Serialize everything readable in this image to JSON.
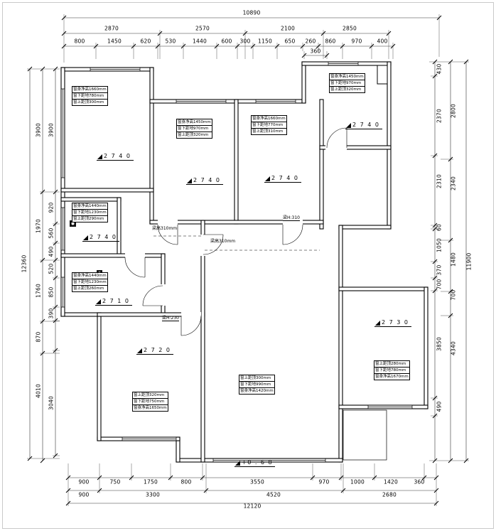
{
  "drawing_type": "residential floor plan with survey dimensions",
  "floor_level": "+0 . 6 8",
  "dim_top": {
    "total": "10890",
    "row2": [
      "2870",
      "2570",
      "2100",
      "2850"
    ],
    "row3": [
      "800",
      "1450",
      "620",
      "530",
      "1440",
      "600",
      "300",
      "1150",
      "650",
      "260",
      "860",
      "970",
      "400"
    ],
    "sub": "360"
  },
  "dim_left": {
    "total": "12360",
    "outer": [
      "3900",
      "1970",
      "1760",
      "870",
      "4010"
    ],
    "inner": [
      "3900",
      "920",
      "560",
      "490",
      "520",
      "850",
      "390",
      "3040"
    ]
  },
  "dim_right": {
    "total": "11900",
    "mid": [
      "2800",
      "2340",
      "1480",
      "700",
      "4340"
    ],
    "inner": [
      "430",
      "2370",
      "2310",
      "60",
      "1050",
      "370",
      "700",
      "3850",
      "490"
    ]
  },
  "dim_bottom": {
    "total": "12120",
    "row1": [
      "900",
      "750",
      "1750",
      "800",
      "3550",
      "970",
      "1000",
      "1420",
      "360"
    ],
    "row2": [
      "900",
      "3300",
      "4520",
      "2680"
    ]
  },
  "room_levels": [
    "2 7 4 0",
    "2 7 4 0",
    "2 7 4 0",
    "2 7 4 0",
    "2 7 4 0",
    "2 7 1 0",
    "2 7 2 0",
    "2 7 3 0"
  ],
  "window_notes": [
    [
      "窗身净高1660mm",
      "窗下距地780mm",
      "窗上距顶300mm"
    ],
    [
      "窗身净高1450mm",
      "窗下距地970mm",
      "窗上距顶320mm"
    ],
    [
      "窗身净高1660mm",
      "窗下距地770mm",
      "窗上距顶310mm"
    ],
    [
      "窗身净高1450mm",
      "窗下距地970mm",
      "窗上距顶320mm"
    ],
    [
      "窗身净高1440mm",
      "窗下距地1230mm",
      "窗上距顶290mm"
    ],
    [
      "窗身净高1440mm",
      "窗下距地1230mm",
      "窗上距顶260mm"
    ],
    [
      "窗上距顶320mm",
      "窗下距地750mm",
      "窗身净高1650mm"
    ],
    [
      "窗上距顶300mm",
      "窗下距地990mm",
      "窗身净高1420mm"
    ],
    [
      "窗上距顶280mm",
      "窗下距地780mm",
      "窗身净高1670mm"
    ]
  ],
  "beam_notes": [
    "梁H:310",
    "梁高310mm",
    "梁高310mm",
    "梁H:230"
  ],
  "colors": {
    "line": "#000000",
    "background": "#ffffff"
  }
}
